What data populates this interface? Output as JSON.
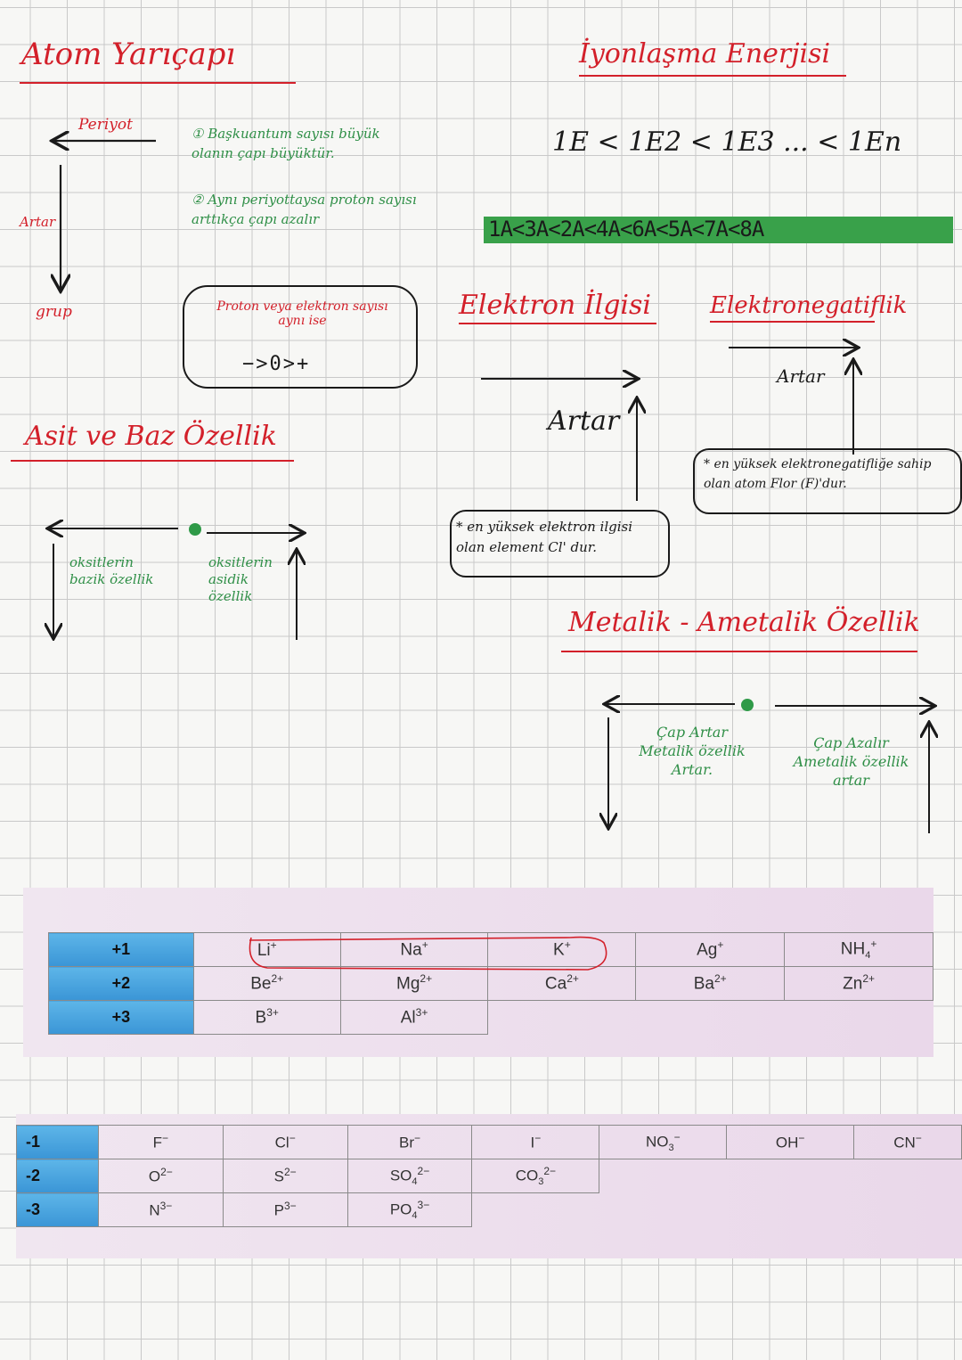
{
  "sections": {
    "atom_radius": {
      "title": "Atom Yarıçapı",
      "period_label": "Periyot",
      "increase_label": "Artar",
      "group_label": "grup",
      "notes": [
        "① Başkuantum sayısı büyük olanın çapı büyüktür.",
        "② Aynı periyottaysa proton sayısı arttıkça çapı azalır"
      ],
      "cloud_text": "Proton veya elektron sayısı aynı ise",
      "cloud_formula": "−>0>+"
    },
    "ionization": {
      "title": "İyonlaşma Enerjisi",
      "formula": "1E < 1E2 < 1E3 ... < 1En",
      "group_order": "1A<3A<2A<4A<6A<5A<7A<8A"
    },
    "electron_affinity": {
      "title": "Elektron İlgisi",
      "increase_label": "Artar",
      "note": "* en yüksek elektron ilgisi olan element Cl' dur."
    },
    "electronegativity": {
      "title": "Elektronegatiflik",
      "increase_label": "Artar",
      "note": "* en yüksek elektronegatifliğe sahip olan atom Flor (F)'dur."
    },
    "acid_base": {
      "title": "Asit ve Baz Özellik",
      "left_note": "oksitlerin bazik özellik",
      "right_note": "oksitlerin asidik özellik"
    },
    "metallic": {
      "title": "Metalik - Ametalik Özellik",
      "left_note": "Çap Artar Metalik özellik Artar.",
      "right_note": "Çap Azalır Ametalik özellik artar"
    }
  },
  "cation_table": {
    "rows": [
      {
        "charge": "+1",
        "cells": [
          "Li+",
          "Na+",
          "K+",
          "Ag+",
          "NH4+"
        ]
      },
      {
        "charge": "+2",
        "cells": [
          "Be2+",
          "Mg2+",
          "Ca2+",
          "Ba2+",
          "Zn2+"
        ]
      },
      {
        "charge": "+3",
        "cells": [
          "B3+",
          "Al3+",
          "",
          "",
          ""
        ]
      }
    ]
  },
  "anion_table": {
    "rows": [
      {
        "charge": "-1",
        "cells": [
          "F−",
          "Cl−",
          "Br−",
          "I−",
          "NO3−",
          "OH−",
          "CN−"
        ]
      },
      {
        "charge": "-2",
        "cells": [
          "O2−",
          "S2−",
          "SO42−",
          "CO32−",
          "",
          "",
          ""
        ]
      },
      {
        "charge": "-3",
        "cells": [
          "N3−",
          "P3−",
          "PO43−",
          "",
          "",
          "",
          ""
        ]
      }
    ]
  },
  "colors": {
    "heading": "#d3202a",
    "notes": "#2f8f47",
    "highlight": "#39a14a",
    "table_header": "#3a95d6"
  }
}
